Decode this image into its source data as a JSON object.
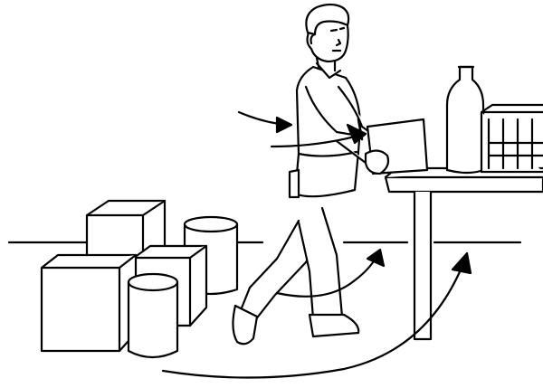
{
  "illustration": {
    "ink_color": "#000000",
    "paper_color": "#ffffff",
    "elements": [
      "person-lifting-box",
      "stacked-boxes",
      "cylindrical-containers",
      "work-table",
      "bottle",
      "crate",
      "arm-arrows",
      "rotation-arrows"
    ]
  }
}
